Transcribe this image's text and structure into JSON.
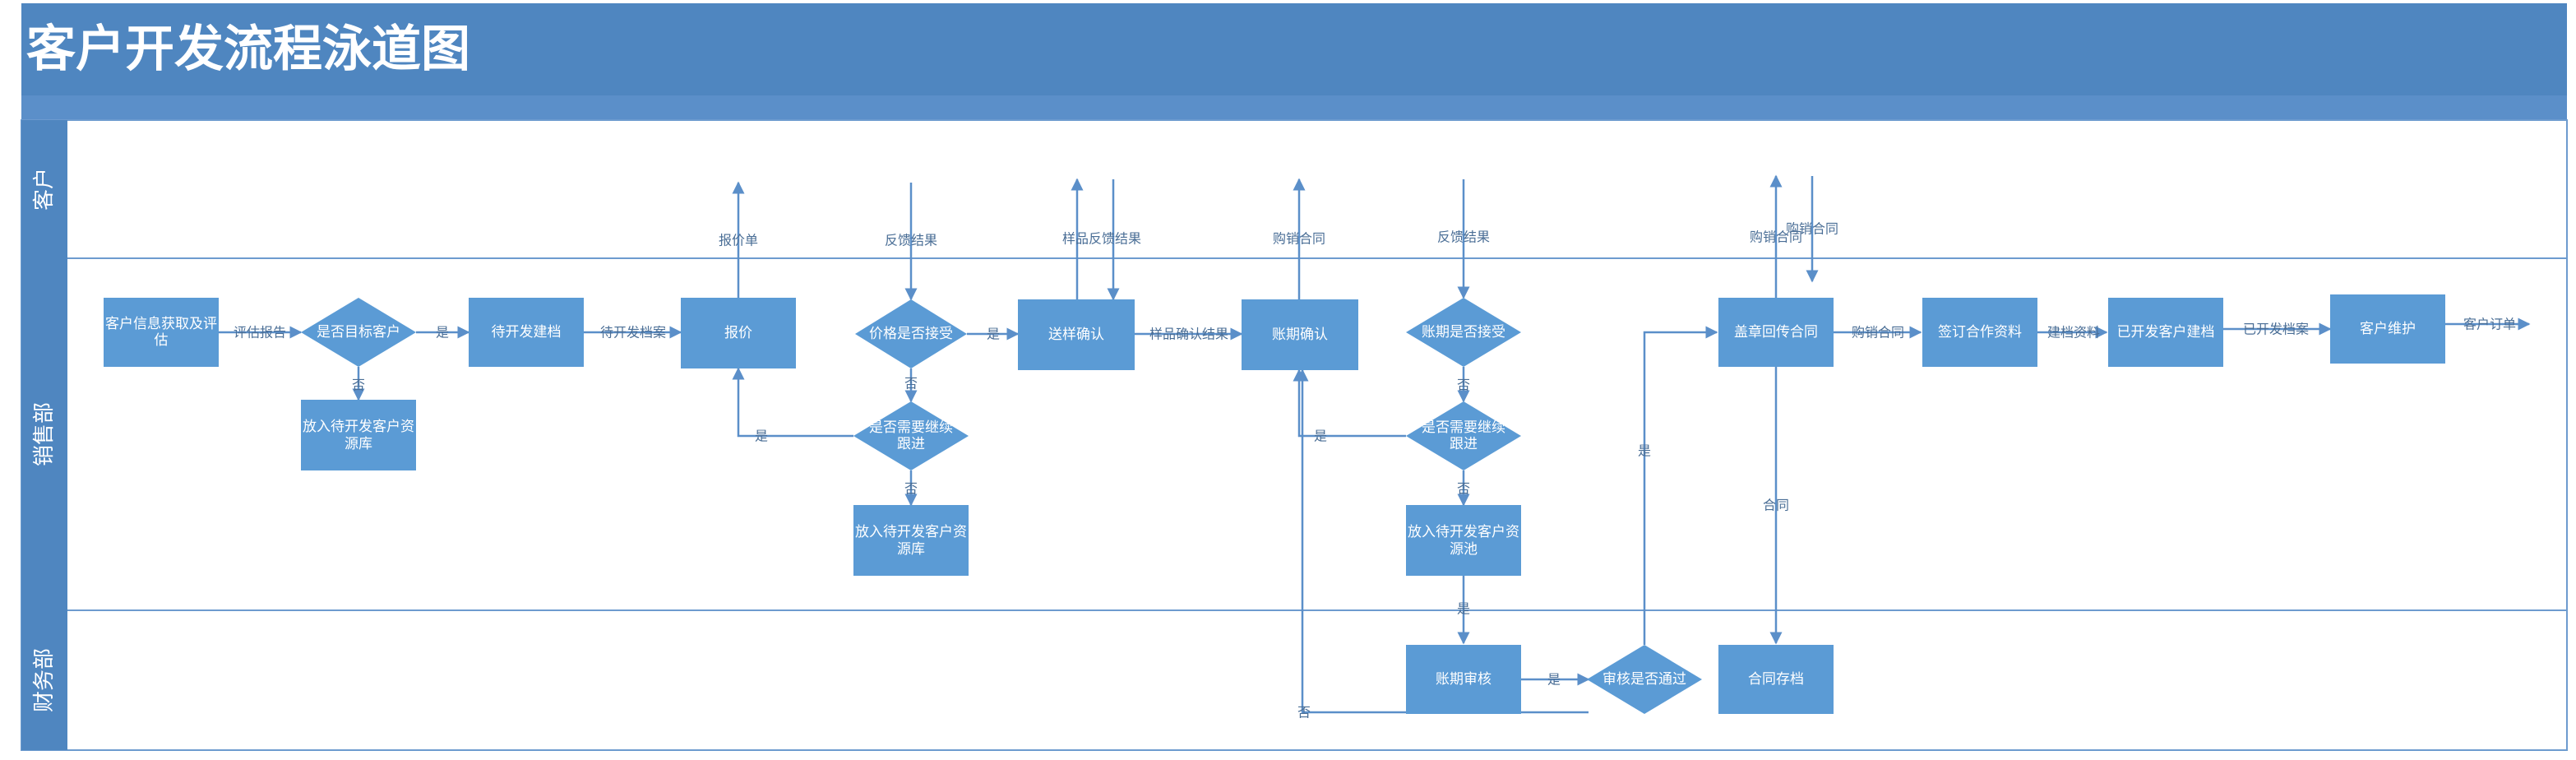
{
  "title": "客户开发流程泳道图",
  "colors": {
    "header": "#4f86c0",
    "node": "#5b9bd5",
    "line": "#5b8fc9",
    "label": "#4a6e96"
  },
  "lanes": [
    {
      "id": "lane-customer",
      "label": "客户"
    },
    {
      "id": "lane-sales",
      "label": "销售部"
    },
    {
      "id": "lane-finance",
      "label": "财务部"
    }
  ],
  "nodes": [
    {
      "id": "n1",
      "shape": "rect",
      "lines": [
        "客户信息获取及评",
        "估"
      ]
    },
    {
      "id": "n2",
      "shape": "diamond",
      "lines": [
        "是否目标客户"
      ]
    },
    {
      "id": "n3",
      "shape": "rect",
      "lines": [
        "放入待开发客户资",
        "源库"
      ]
    },
    {
      "id": "n4",
      "shape": "rect",
      "lines": [
        "待开发建档"
      ]
    },
    {
      "id": "n5",
      "shape": "rect",
      "lines": [
        "报价"
      ]
    },
    {
      "id": "n6",
      "shape": "diamond",
      "lines": [
        "价格是否接受"
      ]
    },
    {
      "id": "n7",
      "shape": "diamond",
      "lines": [
        "是否需要继续",
        "跟进"
      ]
    },
    {
      "id": "n8",
      "shape": "rect",
      "lines": [
        "放入待开发客户资",
        "源库"
      ]
    },
    {
      "id": "n9",
      "shape": "rect",
      "lines": [
        "送样确认"
      ]
    },
    {
      "id": "n10",
      "shape": "rect",
      "lines": [
        "账期确认"
      ]
    },
    {
      "id": "n11",
      "shape": "diamond",
      "lines": [
        "账期是否接受"
      ]
    },
    {
      "id": "n12",
      "shape": "diamond",
      "lines": [
        "是否需要继续",
        "跟进"
      ]
    },
    {
      "id": "n13",
      "shape": "rect",
      "lines": [
        "放入待开发客户资",
        "源池"
      ]
    },
    {
      "id": "n14",
      "shape": "rect",
      "lines": [
        "账期审核"
      ]
    },
    {
      "id": "n15",
      "shape": "diamond",
      "lines": [
        "审核是否通过"
      ]
    },
    {
      "id": "n16",
      "shape": "rect",
      "lines": [
        "盖章回传合同"
      ]
    },
    {
      "id": "n17",
      "shape": "rect",
      "lines": [
        "合同存档"
      ]
    },
    {
      "id": "n18",
      "shape": "rect",
      "lines": [
        "签订合作资料"
      ]
    },
    {
      "id": "n19",
      "shape": "rect",
      "lines": [
        "已开发客户建档"
      ]
    },
    {
      "id": "n20",
      "shape": "rect",
      "lines": [
        "客户维护"
      ]
    }
  ],
  "edge_labels": [
    {
      "id": "e1",
      "text": "评估报告"
    },
    {
      "id": "e2",
      "text": "是"
    },
    {
      "id": "e3",
      "text": "否"
    },
    {
      "id": "e4",
      "text": "待开发档案"
    },
    {
      "id": "e5",
      "text": "报价单"
    },
    {
      "id": "e6",
      "text": "反馈结果"
    },
    {
      "id": "e7",
      "text": "是"
    },
    {
      "id": "e8",
      "text": "否"
    },
    {
      "id": "e9",
      "text": "是"
    },
    {
      "id": "e10",
      "text": "否"
    },
    {
      "id": "e11",
      "text": "样品反馈结果"
    },
    {
      "id": "e12",
      "text": "样品确认结果"
    },
    {
      "id": "e13",
      "text": "购销合同"
    },
    {
      "id": "e14",
      "text": "反馈结果"
    },
    {
      "id": "e15",
      "text": "否"
    },
    {
      "id": "e16",
      "text": "是"
    },
    {
      "id": "e17",
      "text": "否"
    },
    {
      "id": "e18",
      "text": "是"
    },
    {
      "id": "e19",
      "text": "否"
    },
    {
      "id": "e20",
      "text": "是"
    },
    {
      "id": "e21",
      "text": "是"
    },
    {
      "id": "e22",
      "text": "购销合同"
    },
    {
      "id": "e23",
      "text": "购销合同"
    },
    {
      "id": "e24",
      "text": "合同"
    },
    {
      "id": "e25",
      "text": "购销合同"
    },
    {
      "id": "e26",
      "text": "建档资料"
    },
    {
      "id": "e27",
      "text": "已开发档案"
    },
    {
      "id": "e28",
      "text": "客户订单"
    }
  ]
}
